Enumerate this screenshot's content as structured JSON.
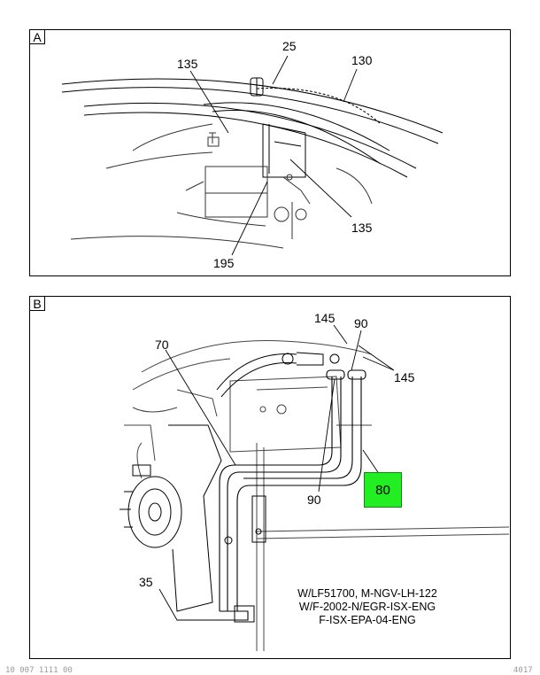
{
  "panel_a": {
    "letter": "A",
    "callouts": [
      "135",
      "25",
      "130",
      "135",
      "195"
    ]
  },
  "panel_b": {
    "letter": "B",
    "callouts": [
      "145",
      "90",
      "145",
      "70",
      "90",
      "35"
    ],
    "highlight_callout": "80",
    "highlight_color": "#22ee22",
    "note_lines": [
      "W/LF51700, M-NGV-LH-122",
      "W/F-2002-N/EGR-ISX-ENG",
      "F-ISX-EPA-04-ENG"
    ]
  },
  "footer": {
    "left": "10 007 1111 00",
    "right": "4017"
  }
}
